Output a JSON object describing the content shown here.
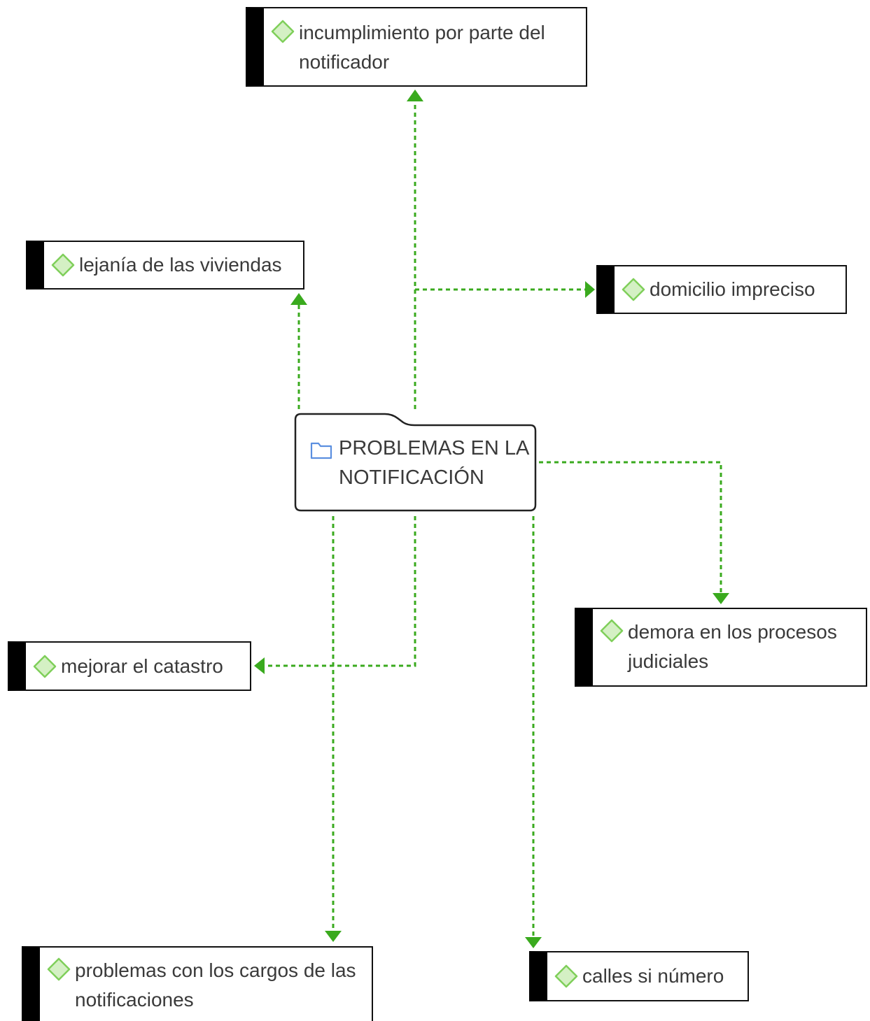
{
  "diagram": {
    "central": {
      "label": "PROBLEMAS EN LA NOTIFICACIÓN",
      "icon": "folder-icon"
    },
    "nodes": [
      {
        "id": "incumplimiento",
        "label": "incumplimiento por parte del notificador",
        "icon": "diamond-icon"
      },
      {
        "id": "lejania",
        "label": "lejanía de las viviendas",
        "icon": "diamond-icon"
      },
      {
        "id": "domicilio",
        "label": "domicilio impreciso",
        "icon": "diamond-icon"
      },
      {
        "id": "demora",
        "label": "demora en los procesos judiciales",
        "icon": "diamond-icon"
      },
      {
        "id": "catastro",
        "label": "mejorar el catastro",
        "icon": "diamond-icon"
      },
      {
        "id": "cargos",
        "label": "problemas con los cargos de las notificaciones",
        "icon": "diamond-icon"
      },
      {
        "id": "calles",
        "label": "calles si número",
        "icon": "diamond-icon"
      }
    ],
    "colors": {
      "connector": "#3aaa1e",
      "node_bar": "#000000",
      "diamond_fill": "#d4f0c4",
      "diamond_stroke": "#7fcf5a",
      "folder_stroke": "#5b8fe0"
    }
  }
}
